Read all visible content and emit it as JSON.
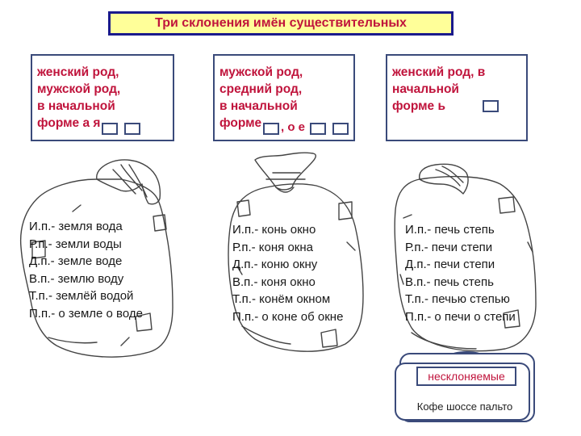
{
  "title": "Три склонения имён существительных",
  "rules": [
    {
      "text": "женский род,\nмужской род,\nв начальной\nформе  а  я"
    },
    {
      "text": "мужской род,\nсредний род,\nв начальной\nформе",
      "endings": ", о  е"
    },
    {
      "text": "женский род, в\nначальной\nформе  ь"
    }
  ],
  "declensions": [
    {
      "lines": [
        {
          "label": "И.п.-",
          "form1": "земля",
          "form2": "вода"
        },
        {
          "label": "Р.п.-",
          "form1": "земли",
          "form2": "воды"
        },
        {
          "label": "Д.п.-",
          "form1": "земле",
          "form2": "воде"
        },
        {
          "label": "В.п.-",
          "form1": "землю",
          "form2": "воду"
        },
        {
          "label": "Т.п.-",
          "form1": "землёй",
          "form2": "водой"
        },
        {
          "label": "П.п.-",
          "form1": "о земле",
          "form2": "о воде"
        }
      ]
    },
    {
      "lines": [
        {
          "label": "И.п.-",
          "form1": "конь",
          "form2": "окно"
        },
        {
          "label": "Р.п.-",
          "form1": "коня",
          "form2": "окна"
        },
        {
          "label": "Д.п.-",
          "form1": "коню",
          "form2": "окну"
        },
        {
          "label": "В.п.-",
          "form1": "коня",
          "form2": "окно"
        },
        {
          "label": "Т.п.-",
          "form1": "конём",
          "form2": "окном"
        },
        {
          "label": "П.п.-",
          "form1": "о коне",
          "form2": "об окне"
        }
      ]
    },
    {
      "lines": [
        {
          "label": "И.п.-",
          "form1": "печь",
          "form2": "степь"
        },
        {
          "label": "Р.п.-",
          "form1": "печи",
          "form2": "степи"
        },
        {
          "label": "Д.п.-",
          "form1": "печи",
          "form2": "степи"
        },
        {
          "label": "В.п.-",
          "form1": "печь",
          "form2": "степь"
        },
        {
          "label": "Т.п.-",
          "form1": "печью",
          "form2": "степью"
        },
        {
          "label": "П.п.-",
          "form1": "о печи",
          "form2": "о степи"
        }
      ]
    }
  ],
  "indeclinable": {
    "title": "несклоняемые",
    "words": "Кофе  шоссе пальто"
  },
  "colors": {
    "accent": "#c0143c",
    "border": "#1a1a8c",
    "title_bg": "#ffff99"
  }
}
